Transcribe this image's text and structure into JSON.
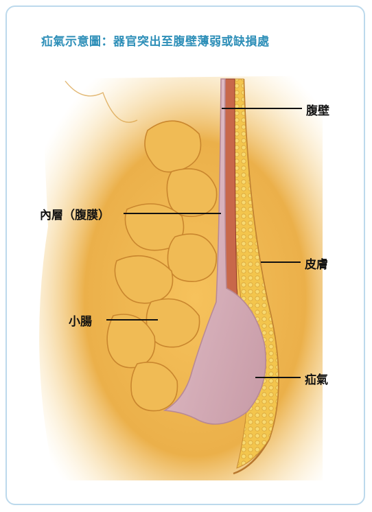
{
  "title": "疝氣示意圖：器官突出至腹壁薄弱或缺損處",
  "labels": {
    "abdominal_wall": "腹壁",
    "inner_layer": "內層（腹膜）",
    "skin": "皮膚",
    "small_intestine": "小腸",
    "hernia": "疝氣"
  },
  "colors": {
    "title": "#2e8fb8",
    "border": "#bcd9ec",
    "tissue": "#e8b04a",
    "hernia_sac": "#cfa7b2",
    "muscle": "#c96a4a",
    "fat": "#f1c24e"
  }
}
